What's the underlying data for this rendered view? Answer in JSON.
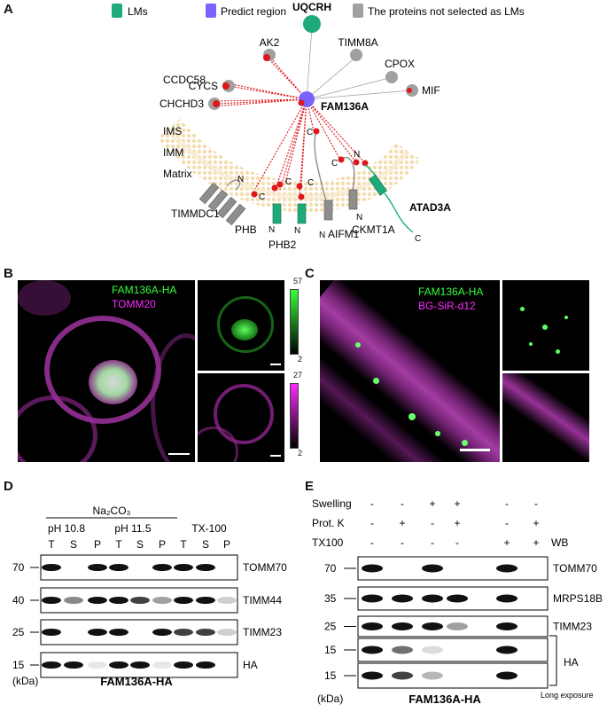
{
  "panels": {
    "A": "A",
    "B": "B",
    "C": "C",
    "D": "D",
    "E": "E"
  },
  "legend": {
    "lms": "LMs",
    "predict": "Predict region",
    "not_selected": "The proteins not selected as LMs"
  },
  "colors": {
    "lm": "#1faa7a",
    "predict": "#7b61ff",
    "grey": "#a0a0a0",
    "link": "#e0161b",
    "green_ch": "#36ff3a",
    "magenta_ch": "#ff2bff"
  },
  "network": {
    "center": "FAM136A",
    "top": "UQCRH",
    "nodes": [
      "AK2",
      "TIMM8A",
      "CPOX",
      "CYCS",
      "CCDC58",
      "MIF",
      "CHCHD3"
    ],
    "membrane": {
      "ims": "IMS",
      "imm": "IMM",
      "matrix": "Matrix"
    },
    "membrane_proteins": [
      "TIMMDC1",
      "PHB",
      "PHB2",
      "AIFM1",
      "CKMT1A",
      "ATAD3A"
    ],
    "n": "N",
    "c": "C"
  },
  "panelB": {
    "label1": "FAM136A-HA",
    "label2": "TOMM20",
    "scale_green_max": "57",
    "scale_green_min": "2",
    "scale_mag_max": "27",
    "scale_mag_min": "2"
  },
  "panelC": {
    "label1": "FAM136A-HA",
    "label2": "BG-SiR-d12"
  },
  "panelD": {
    "reagent": "Na₂CO₃",
    "groups": [
      "pH 10.8",
      "pH 11.5",
      "TX-100"
    ],
    "lanes": [
      "T",
      "S",
      "P",
      "T",
      "S",
      "P",
      "T",
      "S",
      "P"
    ],
    "rows": [
      {
        "mw": "70",
        "name": "TOMM70",
        "bands": [
          1,
          0,
          1,
          1,
          0,
          1,
          1,
          1,
          0
        ]
      },
      {
        "mw": "40",
        "name": "TIMM44",
        "bands": [
          1,
          0.5,
          1,
          1,
          0.8,
          0.4,
          1,
          1,
          0.2
        ]
      },
      {
        "mw": "25",
        "name": "TIMM23",
        "bands": [
          1,
          0,
          1,
          1,
          0,
          1,
          0.8,
          0.8,
          0.2
        ]
      },
      {
        "mw": "15",
        "name": "HA",
        "bands": [
          1,
          1,
          0.1,
          1,
          1,
          0.1,
          1,
          1,
          0
        ]
      }
    ],
    "kda": "(kDa)",
    "footer": "FAM136A-HA"
  },
  "panelE": {
    "conditions": [
      {
        "name": "Swelling",
        "values": [
          "-",
          "-",
          "+",
          "+",
          "-",
          "-"
        ]
      },
      {
        "name": "Prot. K",
        "values": [
          "-",
          "+",
          "-",
          "+",
          "-",
          "+"
        ]
      },
      {
        "name": "TX100",
        "values": [
          "-",
          "-",
          "-",
          "-",
          "+",
          "+"
        ]
      }
    ],
    "wb": "WB",
    "rows": [
      {
        "mw": "70",
        "name": "TOMM70",
        "bands": [
          1,
          0,
          1,
          0,
          1,
          0
        ]
      },
      {
        "mw": "35",
        "name": "MRPS18B",
        "bands": [
          1,
          1,
          1,
          1,
          1,
          0
        ]
      },
      {
        "mw": "25",
        "name": "TIMM23",
        "bands": [
          1,
          1,
          1,
          0.4,
          1,
          0
        ]
      },
      {
        "mw": "15",
        "name": "",
        "bands": [
          1,
          0.6,
          0.15,
          0,
          1,
          0
        ]
      },
      {
        "mw": "15",
        "name": "",
        "bands": [
          1,
          0.8,
          0.3,
          0,
          1,
          0
        ]
      }
    ],
    "ha": "HA",
    "long_exposure": "Long exposure",
    "kda": "(kDa)",
    "footer": "FAM136A-HA"
  }
}
